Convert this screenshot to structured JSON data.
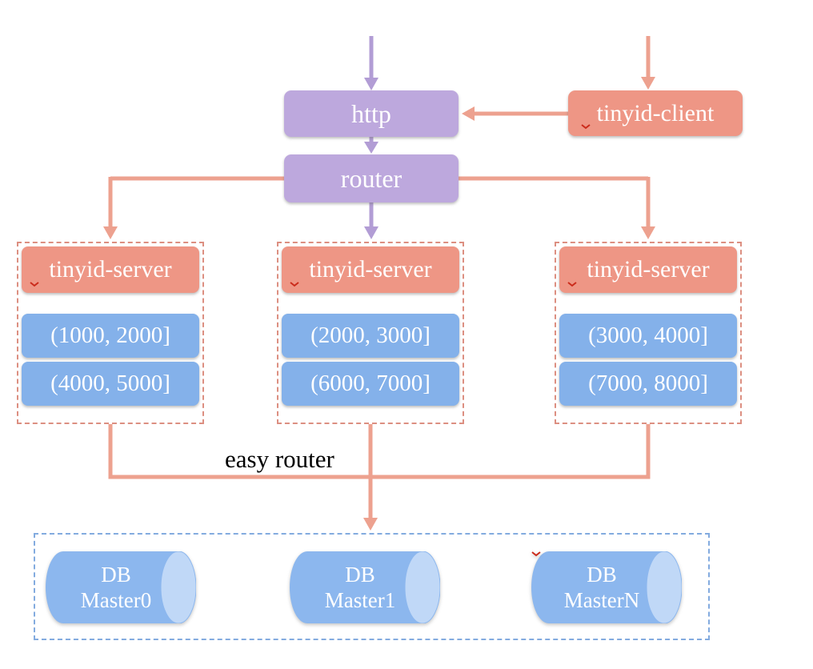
{
  "nodes": {
    "http": "http",
    "router": "router",
    "client": "tinyid-client"
  },
  "server_groups": [
    {
      "label": "tinyid-server",
      "ranges": [
        "(1000, 2000]",
        "(4000, 5000]"
      ]
    },
    {
      "label": "tinyid-server",
      "ranges": [
        "(2000, 3000]",
        "(6000, 7000]"
      ]
    },
    {
      "label": "tinyid-server",
      "ranges": [
        "(3000, 4000]",
        "(7000, 8000]"
      ]
    }
  ],
  "easy_router_label": "easy router",
  "databases": [
    {
      "line1": "DB",
      "line2": "Master0"
    },
    {
      "line1": "DB",
      "line2": "Master1"
    },
    {
      "line1": "DB",
      "line2": "MasterN"
    }
  ],
  "colors": {
    "purple_box": "#bda8dd",
    "purple_arrow": "#b29dd5",
    "salmon_box": "#ee9685",
    "salmon_arrow": "#eda18f",
    "blue_box": "#84b1ea",
    "cylinder_body": "#8cb7ee",
    "cylinder_cap": "#c0d8f7",
    "dashed_salmon_border": "#dc8f81",
    "dashed_blue_border": "#83abdf",
    "spellcheck_red": "#cb2b1b",
    "box_text": "#ffffff",
    "easy_router_text": "#000000"
  }
}
